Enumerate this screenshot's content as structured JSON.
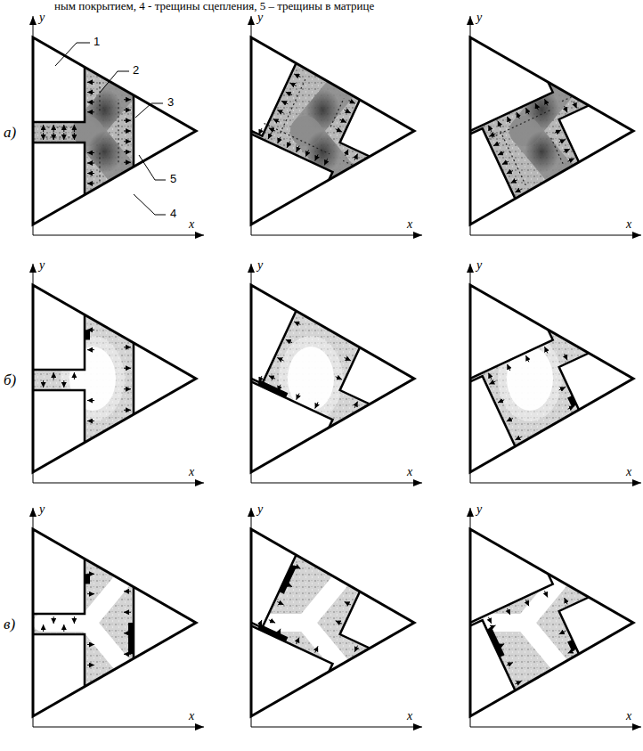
{
  "diagram": {
    "caption": "ным покрытием, 4 - трещины сцепления, 5 – трещины в матрице",
    "labels": [
      "1",
      "2",
      "3",
      "4",
      "5",
      "а)",
      "б)",
      "в)",
      "y",
      "x",
      "y",
      "x",
      "y",
      "x",
      "y",
      "x",
      "y",
      "x",
      "y",
      "x",
      "y",
      "x",
      "y",
      "x",
      "y",
      "x"
    ]
  }
}
